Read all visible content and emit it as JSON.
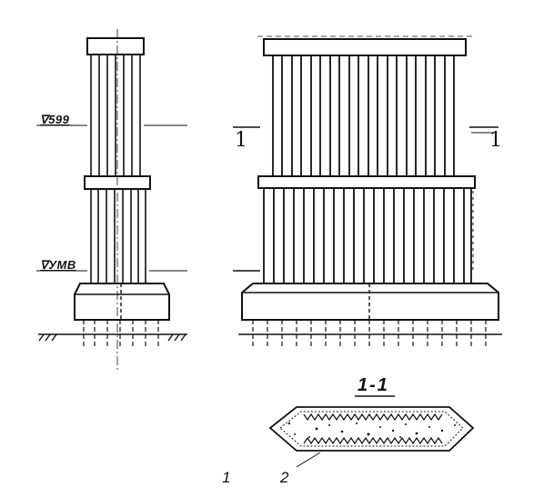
{
  "labels": {
    "level_top": "∇599",
    "level_low": "∇УМВ",
    "cut_left": "1",
    "cut_right": "1",
    "section_title": "1-1",
    "callout_1": "1",
    "callout_2": "2"
  }
}
